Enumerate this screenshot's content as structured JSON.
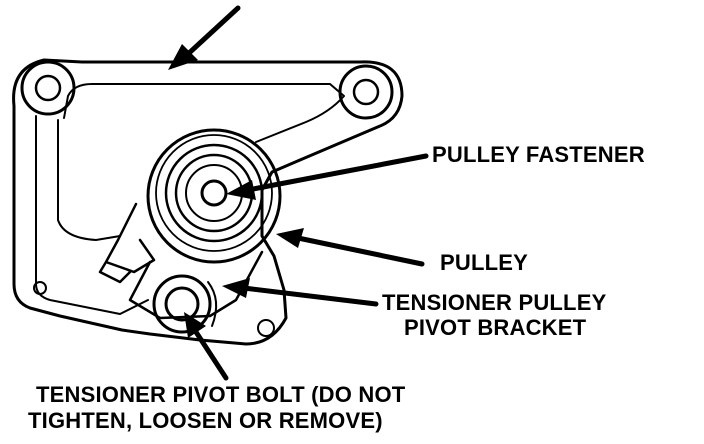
{
  "labels": {
    "pulley_fastener": "PULLEY FASTENER",
    "pulley": "PULLEY",
    "bracket_line1": "TENSIONER PULLEY",
    "bracket_line2": "PIVOT BRACKET",
    "bolt_line1": "TENSIONER PIVOT BOLT (DO NOT",
    "bolt_line2": "TIGHTEN,  LOOSEN OR REMOVE)"
  },
  "colors": {
    "ink": "#000000",
    "paper": "#ffffff"
  }
}
